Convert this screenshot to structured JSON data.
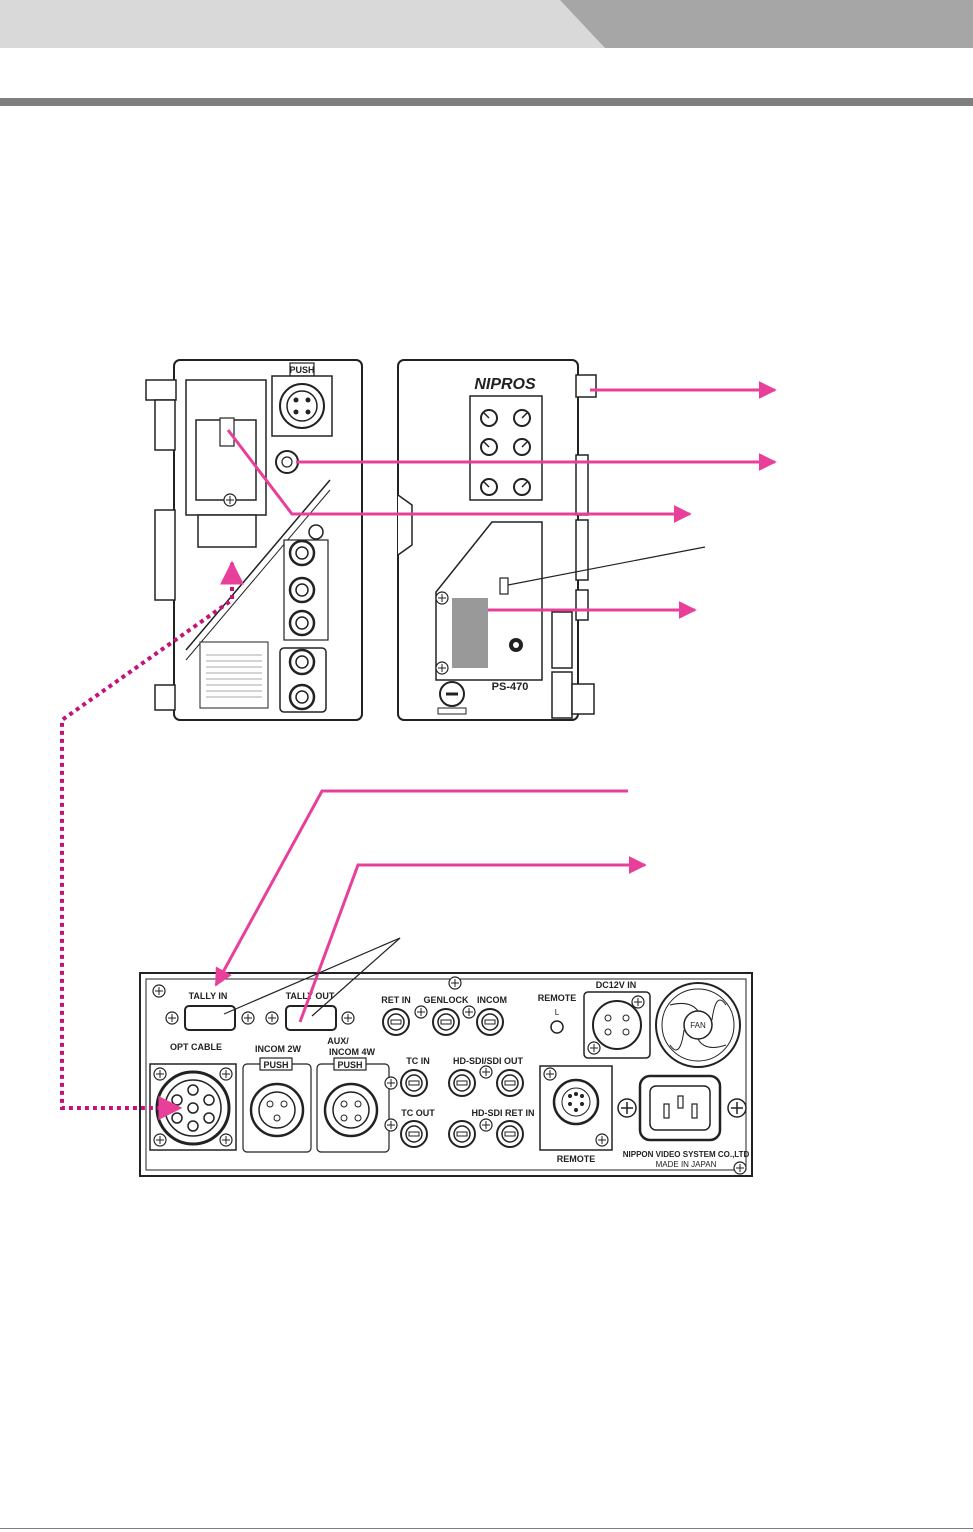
{
  "colors": {
    "header_light": "#d9d9d9",
    "header_dark": "#a6a6a6",
    "rule": "#7f7f7f",
    "arrow": "#e8409a",
    "line": "#222222"
  },
  "camera_unit": {
    "push_label": "PUSH",
    "brand": "NIPROS",
    "model": "PS-470"
  },
  "base_unit": {
    "tally_in": "TALLY IN",
    "tally_out": "TALLY OUT",
    "opt_cable": "OPT CABLE",
    "ret_in": "RET IN",
    "genlock": "GENLOCK",
    "incom": "INCOM",
    "remote_top": "REMOTE",
    "remote_l": "L",
    "dc12v_in": "DC12V IN",
    "fan": "FAN",
    "incom_2w": "INCOM 2W",
    "aux": "AUX/",
    "incom_4w": "INCOM 4W",
    "push1": "PUSH",
    "push2": "PUSH",
    "tc_in": "TC IN",
    "hdsdi_out": "HD-SDI/SDI OUT",
    "tc_out": "TC OUT",
    "hdsdi_ret_in": "HD-SDI RET IN",
    "remote_bottom": "REMOTE",
    "maker": "NIPPON VIDEO SYSTEM CO.,LTD",
    "made_in": "MADE IN JAPAN"
  }
}
